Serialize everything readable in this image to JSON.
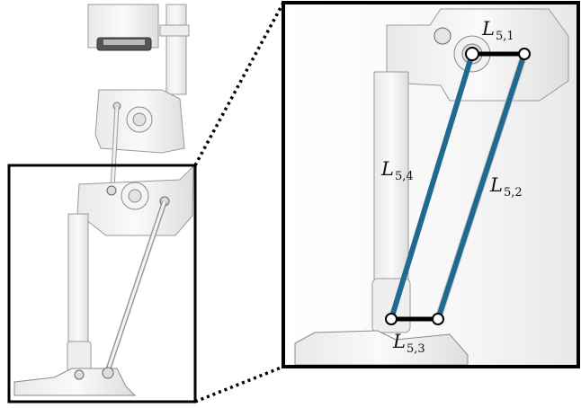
{
  "figure": {
    "description_colors": {
      "link_color": "#1f6a8e",
      "frame_color": "#000000",
      "part_fill": "#f1f1f1",
      "part_stroke": "#9a9a9a"
    },
    "labels": [
      {
        "symbol": "L",
        "subscript": "5,1"
      },
      {
        "symbol": "L",
        "subscript": "5,4"
      },
      {
        "symbol": "L",
        "subscript": "5,2"
      },
      {
        "symbol": "L",
        "subscript": "5,3"
      }
    ]
  }
}
